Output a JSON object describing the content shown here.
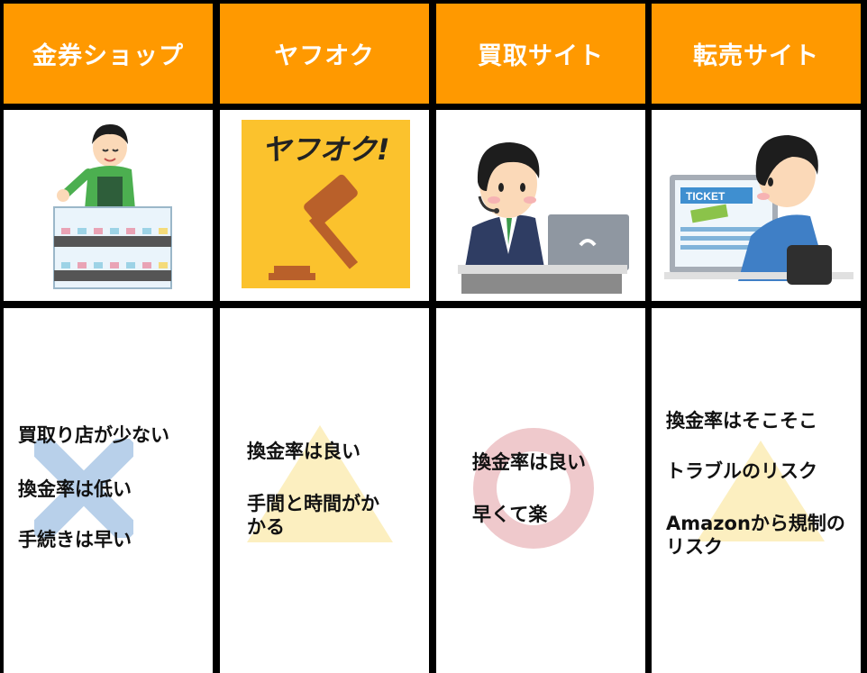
{
  "columns": [
    {
      "title": "金券ショップ",
      "image": "shop-clerk-showcase",
      "rating": "cross",
      "points": [
        "買取り店が少ない",
        "換金率は低い",
        "手続きは早い"
      ]
    },
    {
      "title": "ヤフオク",
      "image": "yahuoku-auction-gavel",
      "logo_text": "ヤフオク!",
      "rating": "triangle",
      "points": [
        "換金率は良い",
        "手間と時間がかかる"
      ]
    },
    {
      "title": "買取サイト",
      "image": "operator-with-laptop",
      "rating": "circle",
      "points": [
        "換金率は良い",
        "早くて楽"
      ]
    },
    {
      "title": "転売サイト",
      "image": "man-buying-tickets-online",
      "ticket_text": "TICKET",
      "rating": "triangle",
      "points": [
        "換金率はそこそこ",
        "トラブルのリスク",
        "Amazonから規制のリスク"
      ]
    }
  ],
  "colors": {
    "header": "#FF9900",
    "cross": "#B8D0EA",
    "triangle": "#FCEFC0",
    "circle": "#EFC9CC",
    "logo_bg": "#FBC22D"
  }
}
